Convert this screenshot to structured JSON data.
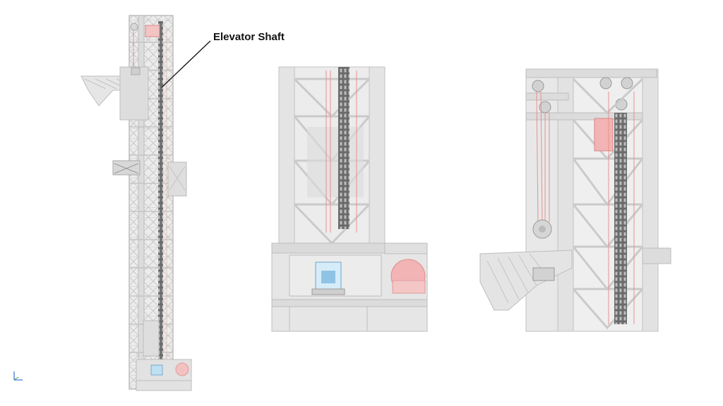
{
  "callout": {
    "label": "Elevator Shaft"
  },
  "views": [
    {
      "id": "full-tower",
      "kind": "elevation"
    },
    {
      "id": "base-detail",
      "kind": "detail"
    },
    {
      "id": "mid-detail",
      "kind": "detail"
    }
  ],
  "colors": {
    "structure_fill": "#e4e4e4",
    "structure_stroke": "#bdbdbd",
    "shaft_dark": "#4a4a4a",
    "cable_red": "#e88f8f",
    "component_pink": "#f2b4b4",
    "component_blue": "#8fc3e6",
    "leader_line": "#111111"
  },
  "icons": [
    "axis-triad-icon"
  ]
}
